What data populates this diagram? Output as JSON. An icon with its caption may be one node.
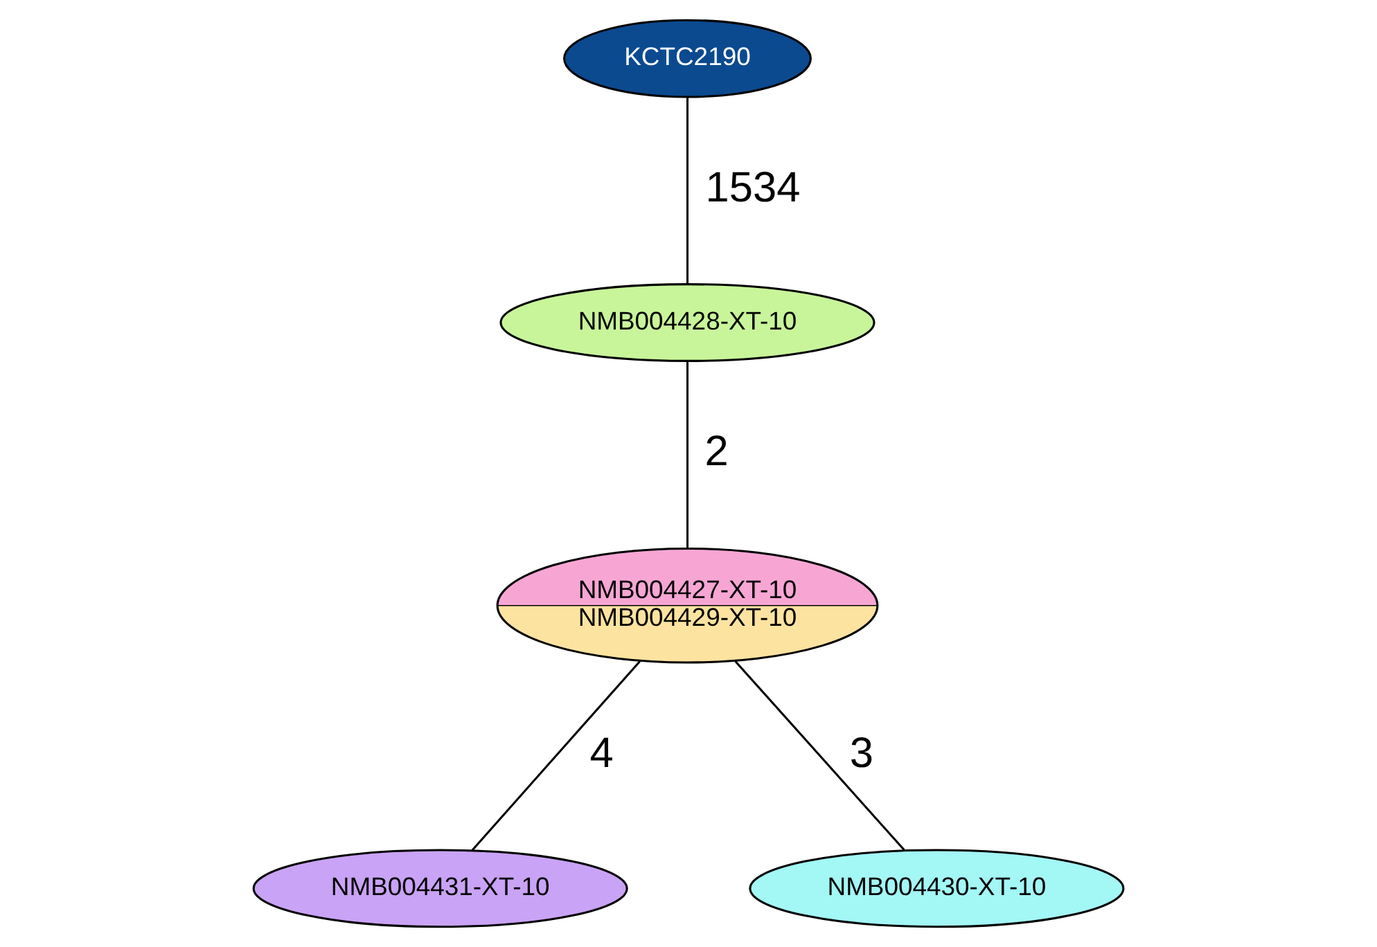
{
  "diagram": {
    "nodes": [
      {
        "text": [
          "KCTC2190"
        ]
      },
      {
        "text": [
          "NMB004428-XT-10"
        ]
      },
      {
        "text": [
          "NMB004427-XT-10",
          "NMB004429-XT-10"
        ]
      },
      {
        "text": [
          "NMB004431-XT-10"
        ]
      },
      {
        "text": [
          "NMB004430-XT-10"
        ]
      }
    ],
    "edges": [
      {
        "from": 0,
        "to": 1,
        "arrow": "none",
        "label": "1534"
      },
      {
        "from": 1,
        "to": 2,
        "arrow": "none",
        "label": "2"
      },
      {
        "from": 2,
        "to": 3,
        "arrow": "none",
        "label": "4"
      },
      {
        "from": 2,
        "to": 4,
        "arrow": "none",
        "label": "3"
      }
    ]
  }
}
